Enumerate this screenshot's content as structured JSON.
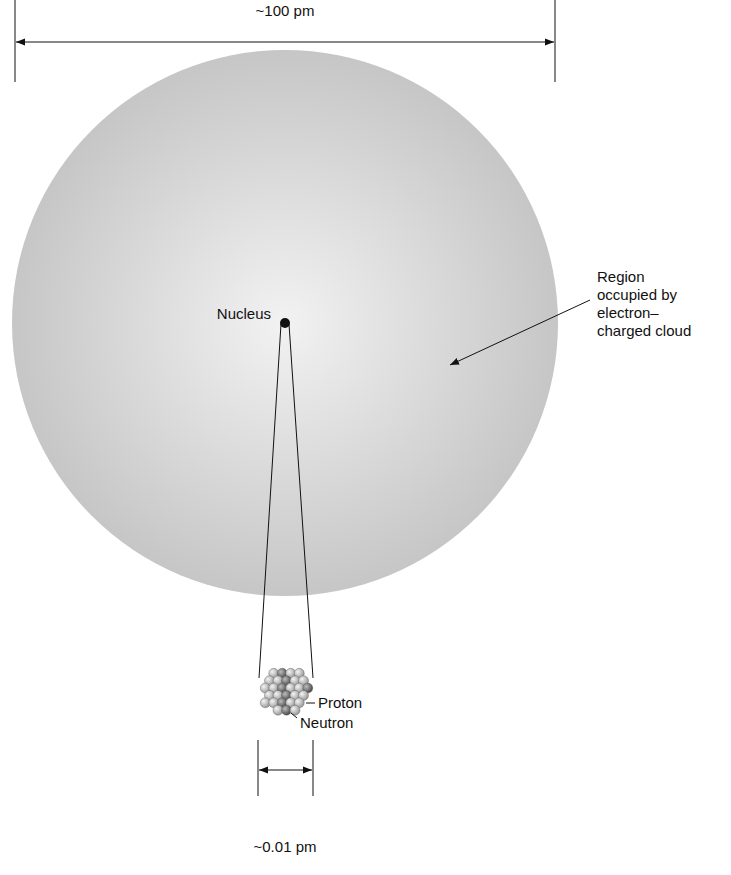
{
  "diagram": {
    "labels": [
      "~100 pm",
      "Nucleus",
      "Region occupied by electron– charged cloud",
      "Proton",
      "Neutron",
      "~0.01 pm"
    ]
  }
}
